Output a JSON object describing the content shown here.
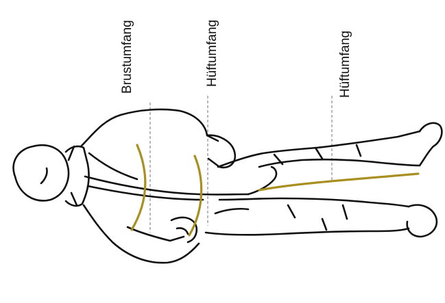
{
  "labels": {
    "chest": "Brustumfang",
    "hip_1": "Hüftumfang",
    "hip_2": "Hüftumfang"
  },
  "colors": {
    "ink": "#111111",
    "guide": "#8a8a8a",
    "measure": "#a88f1f"
  }
}
